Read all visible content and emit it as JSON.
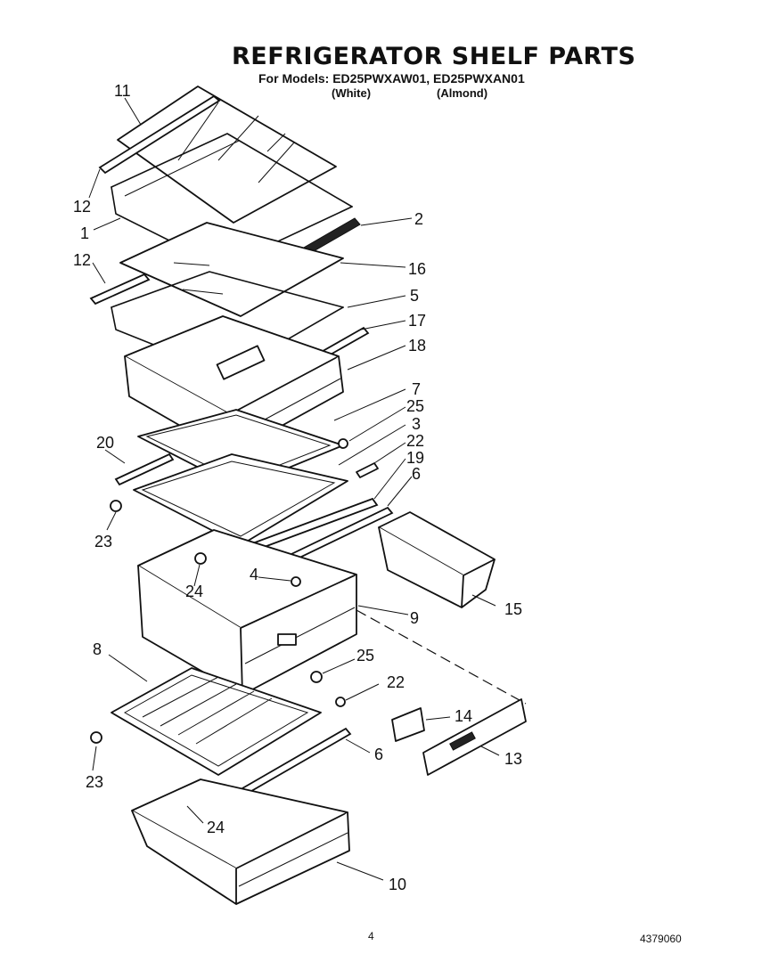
{
  "header": {
    "title": "REFRIGERATOR SHELF PARTS",
    "models_line": "For Models: ED25PWXAW01, ED25PWXAN01",
    "variant_white": "(White)",
    "variant_almond": "(Almond)"
  },
  "callouts": {
    "c11": "11",
    "c12a": "12",
    "c1": "1",
    "c12b": "12",
    "c2": "2",
    "c16": "16",
    "c5": "5",
    "c17": "17",
    "c18": "18",
    "c7": "7",
    "c25a": "25",
    "c3": "3",
    "c22a": "22",
    "c19": "19",
    "c6a": "6",
    "c20": "20",
    "c23a": "23",
    "c24a": "24",
    "c4": "4",
    "c9": "9",
    "c15": "15",
    "c8": "8",
    "c25b": "25",
    "c22b": "22",
    "c14": "14",
    "c13": "13",
    "c6b": "6",
    "c23b": "23",
    "c24b": "24",
    "c10": "10"
  },
  "footer": {
    "page_number": "4",
    "doc_number": "4379060"
  }
}
